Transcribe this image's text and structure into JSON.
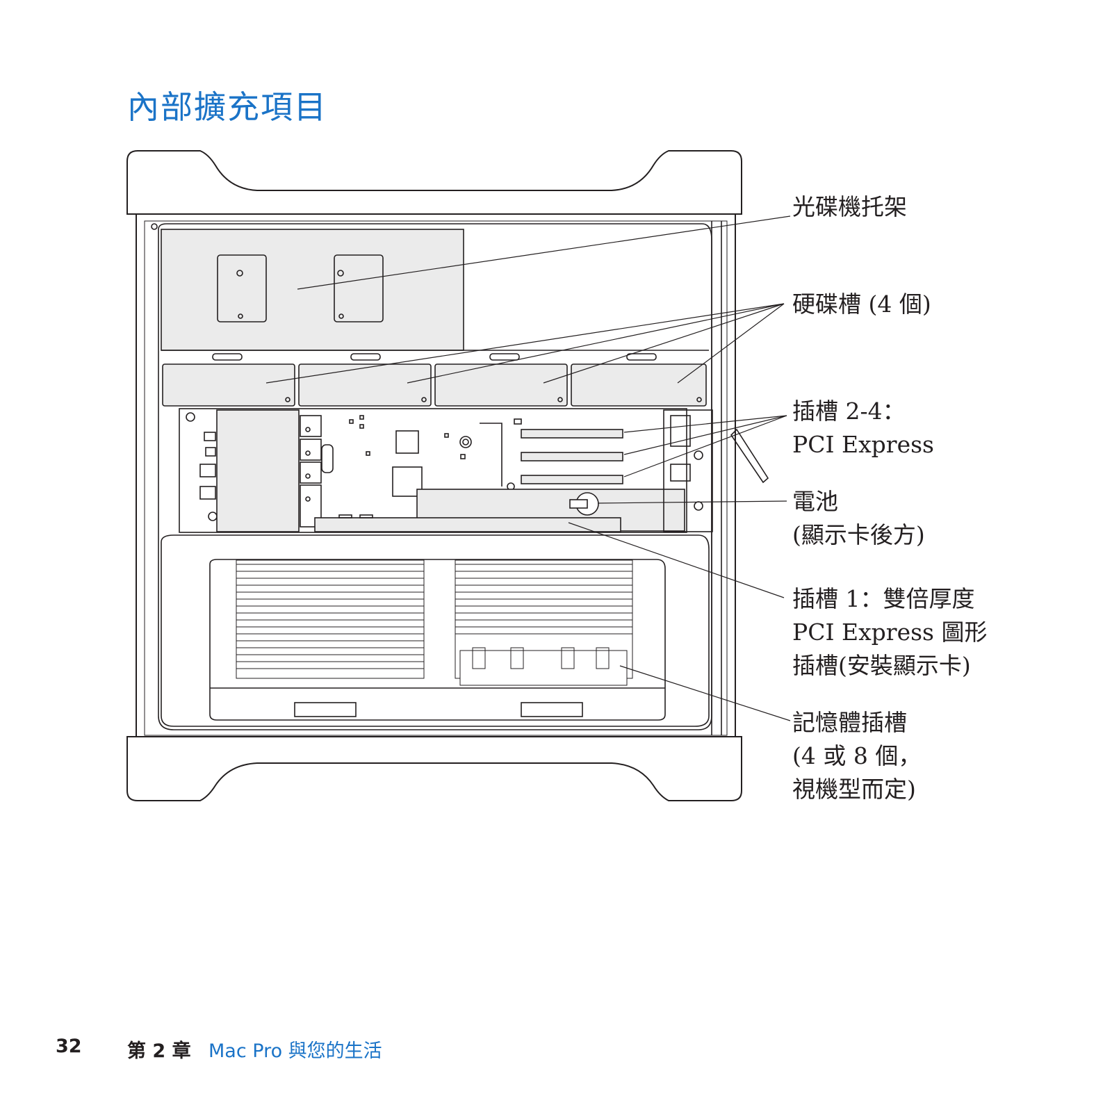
{
  "page": {
    "title": "內部擴充項目",
    "footer": {
      "page_number": "32",
      "chapter_label": "第 2 章",
      "chapter_title": "Mac Pro 與您的生活"
    }
  },
  "callouts": [
    {
      "id": "optical",
      "lines": [
        "光碟機托架"
      ]
    },
    {
      "id": "hdd",
      "lines": [
        "硬碟槽 (4 個)"
      ]
    },
    {
      "id": "pcie24",
      "lines": [
        "插槽 2-4：",
        "PCI Express"
      ]
    },
    {
      "id": "battery",
      "lines": [
        "電池",
        "(顯示卡後方)"
      ]
    },
    {
      "id": "slot1",
      "lines": [
        "插槽 1：雙倍厚度",
        "PCI Express 圖形",
        "插槽(安裝顯示卡)"
      ]
    },
    {
      "id": "memory",
      "lines": [
        "記憶體插槽",
        "(4 或 8 個，",
        "視機型而定)"
      ]
    }
  ]
}
